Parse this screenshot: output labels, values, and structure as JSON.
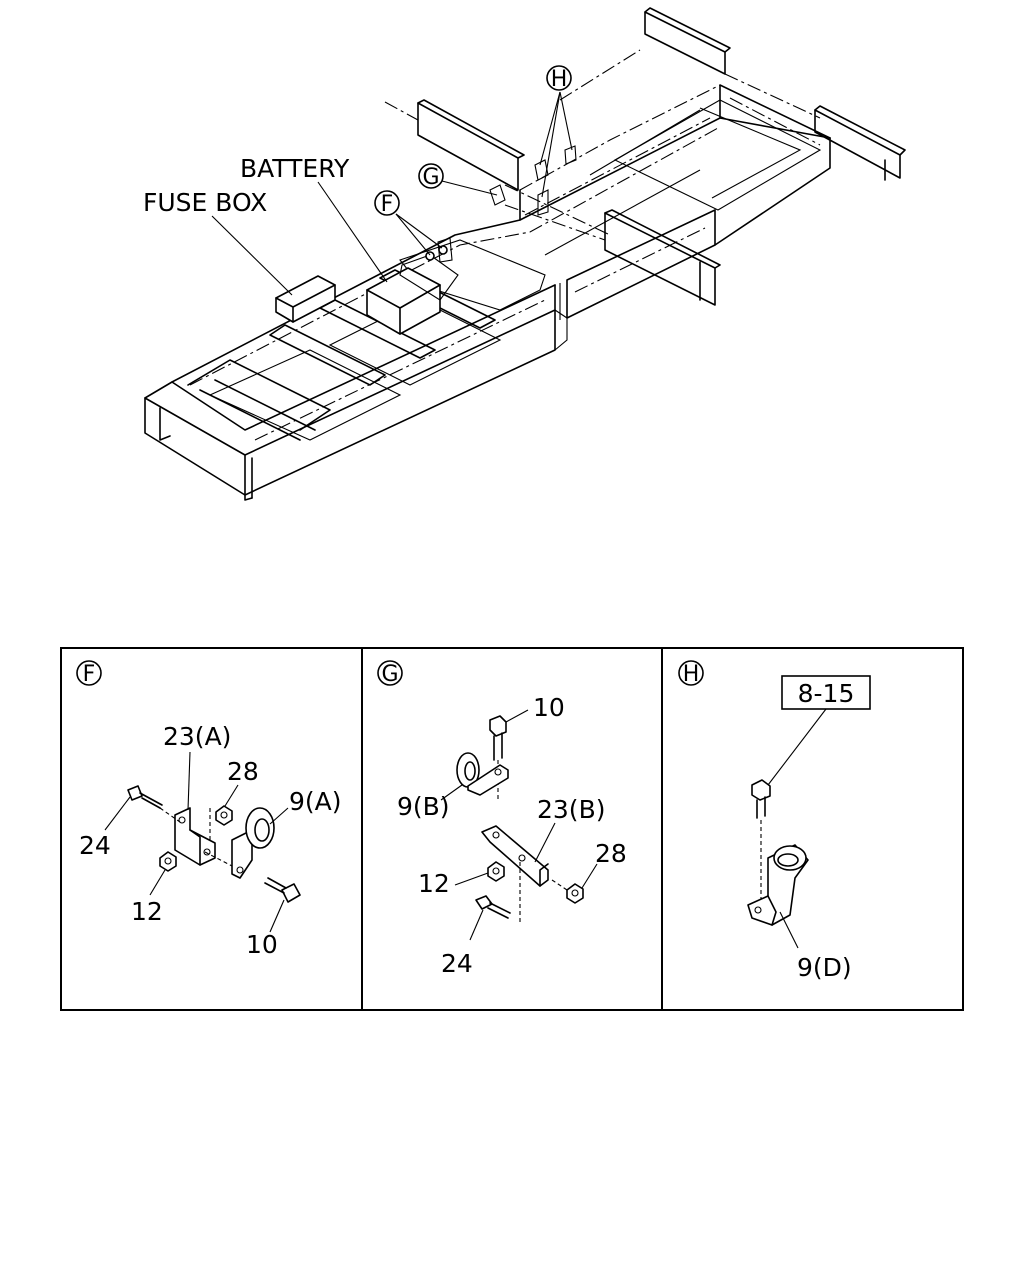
{
  "overview": {
    "labels": {
      "fuse_box": "FUSE BOX",
      "battery": "BATTERY"
    },
    "callouts": {
      "f": "F",
      "g": "G",
      "h": "H"
    }
  },
  "details": [
    {
      "id": "F",
      "parts": {
        "p23": "23(A)",
        "p28": "28",
        "p9": "9(A)",
        "p24": "24",
        "p12": "12",
        "p10": "10"
      }
    },
    {
      "id": "G",
      "parts": {
        "p10": "10",
        "p9": "9(B)",
        "p23": "23(B)",
        "p28": "28",
        "p12": "12",
        "p24": "24"
      }
    },
    {
      "id": "H",
      "ref": "8-15",
      "parts": {
        "p9": "9(D)"
      }
    }
  ]
}
